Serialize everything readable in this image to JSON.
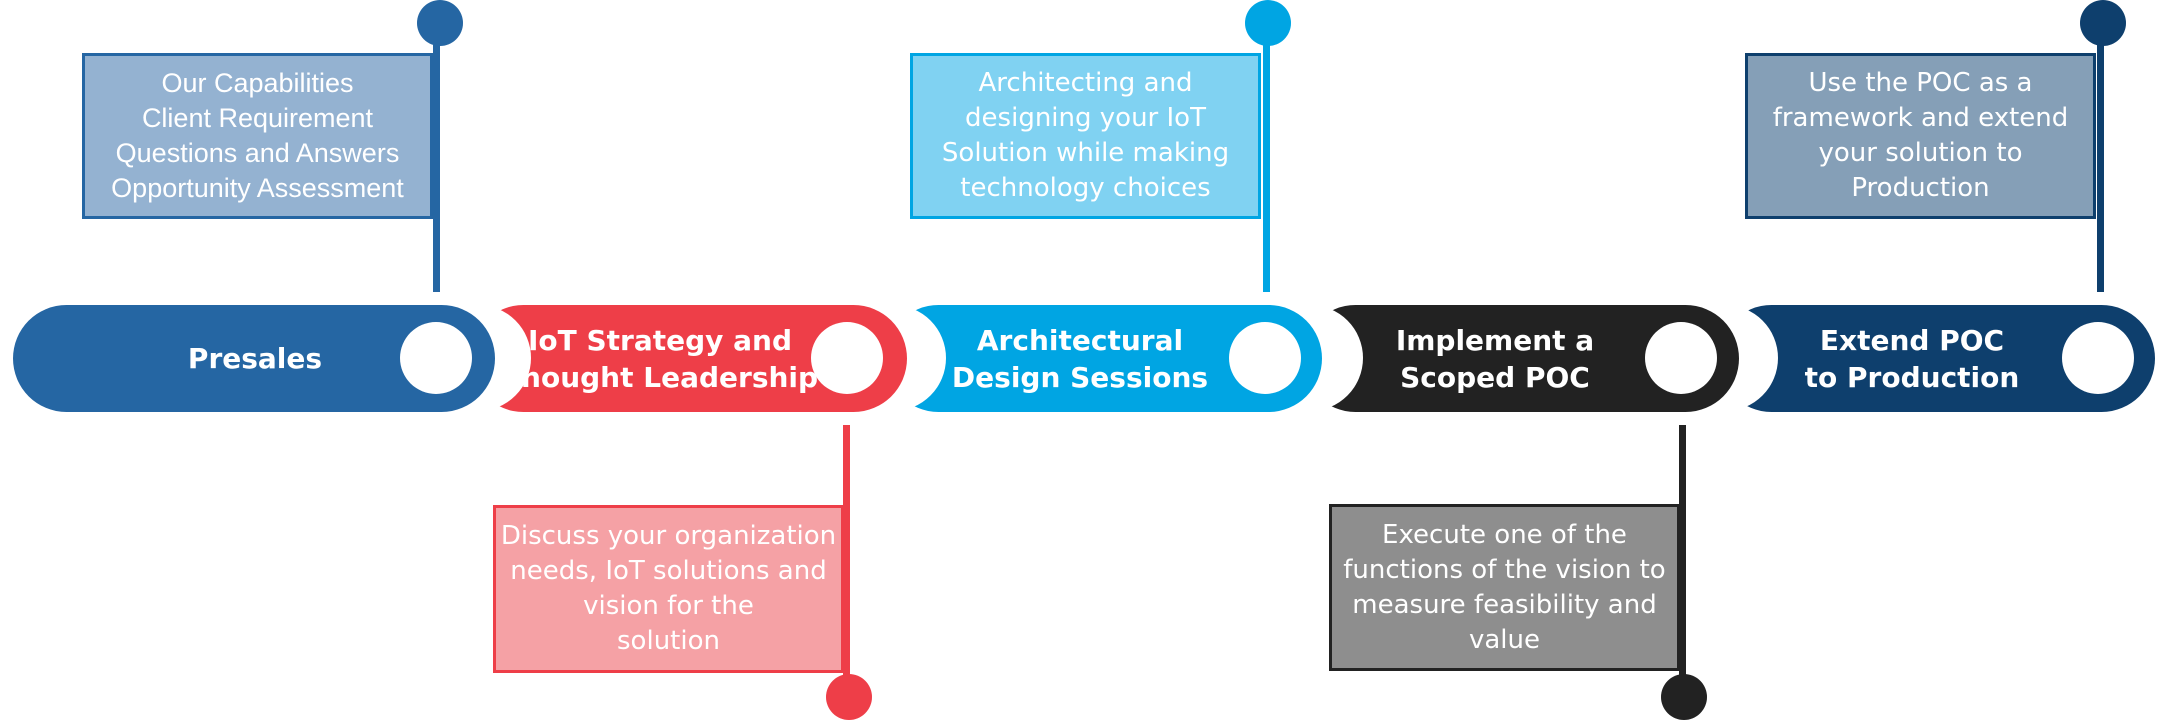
{
  "timeline": {
    "stages": [
      {
        "id": "presales",
        "label": "Presales",
        "color": "#2566a3",
        "stem_color": "#2566a3"
      },
      {
        "id": "iot-strategy",
        "label": "IoT Strategy and\nThought Leadership",
        "color": "#ee3e48",
        "stem_color": "#ee3e48"
      },
      {
        "id": "architectural-design",
        "label": "Architectural\nDesign Sessions",
        "color": "#00a5e3",
        "stem_color": "#00a5e3"
      },
      {
        "id": "scoped-poc",
        "label": "Implement a\nScoped POC",
        "color": "#222222",
        "stem_color": "#222222"
      },
      {
        "id": "extend-poc",
        "label": "Extend POC\nto Production",
        "color": "#0e3f6d",
        "stem_color": "#0e3f6d"
      }
    ],
    "notes": [
      {
        "stage": "presales",
        "text": "Our Capabilities\nClient Requirement\nQuestions and Answers\nOpportunity Assessment",
        "fill": "#94b2d1",
        "border": "#2566a3"
      },
      {
        "stage": "iot-strategy",
        "text": "Discuss your organization\nneeds, IoT solutions and\nvision for the\nsolution",
        "fill": "#f5a1a5",
        "border": "#ee3e48"
      },
      {
        "stage": "architectural-design",
        "text": "Architecting and\ndesigning your IoT\nSolution while making\ntechnology choices",
        "fill": "#80d2f2",
        "border": "#00a5e3"
      },
      {
        "stage": "scoped-poc",
        "text": "Execute one of the\nfunctions of the vision to\nmeasure feasibility and\nvalue",
        "fill": "#8e8e8e",
        "border": "#222222"
      },
      {
        "stage": "extend-poc",
        "text": "Use the POC as a\nframework and extend\nyour solution to\nProduction",
        "fill": "#859fb7",
        "border": "#0e3f6d"
      }
    ]
  }
}
